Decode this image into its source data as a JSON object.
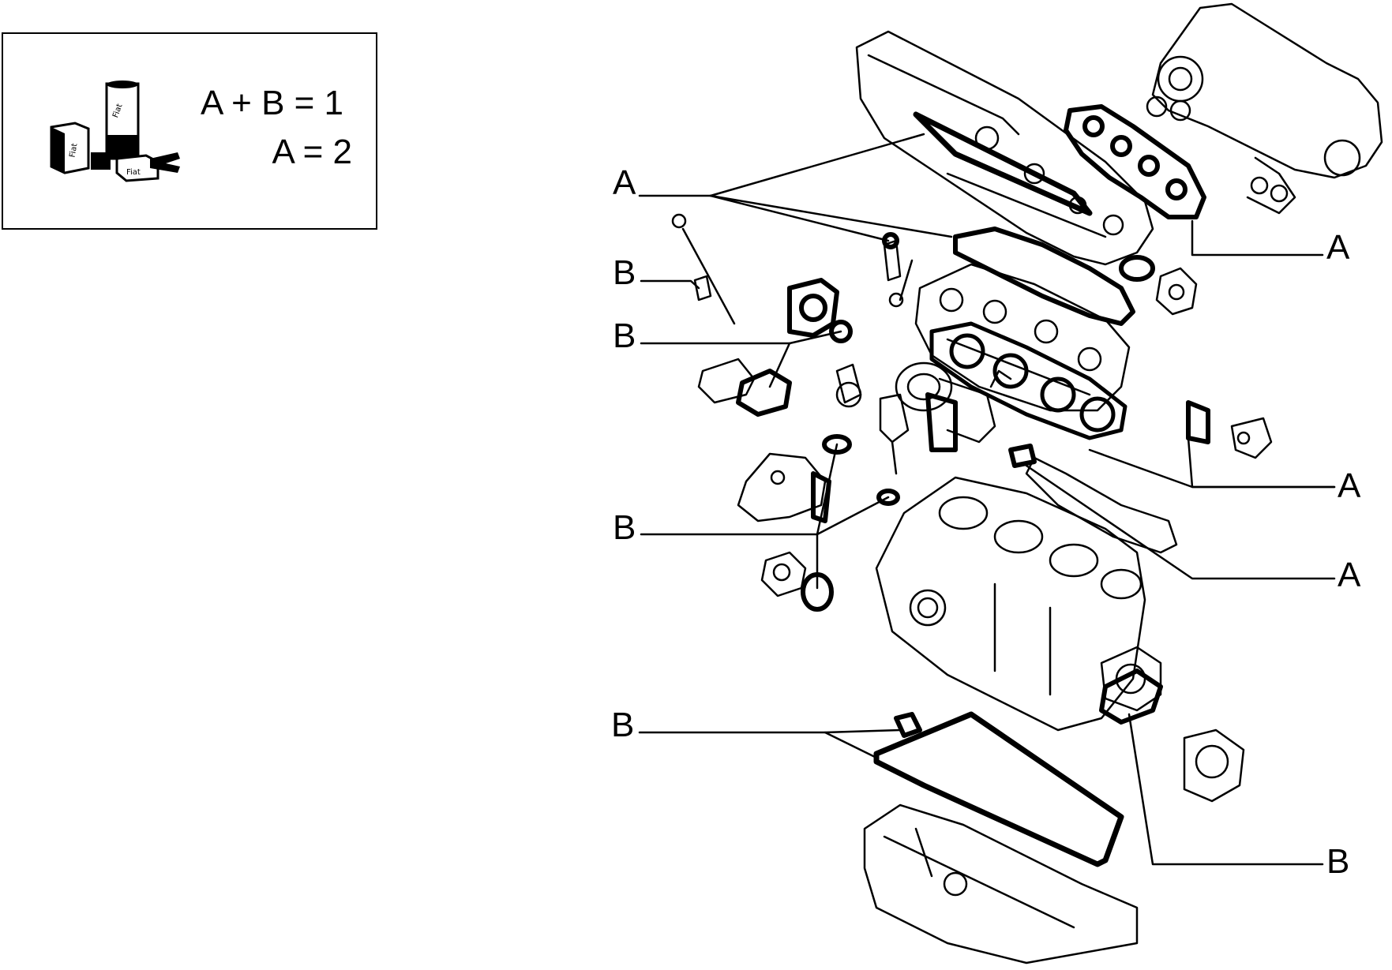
{
  "legend": {
    "eq1": "A + B = 1",
    "eq2": "A = 2",
    "icon": "gasket-kit-pack-icon",
    "icon_texts": [
      "Fiat",
      "Fiat",
      "Fiat"
    ]
  },
  "callouts": {
    "a1": "A",
    "a2": "A",
    "a3": "A",
    "a4": "A",
    "b1": "B",
    "b2": "B",
    "b3": "B",
    "b4": "B",
    "b5": "B"
  },
  "colors": {
    "ink": "#000000",
    "paper": "#ffffff"
  }
}
